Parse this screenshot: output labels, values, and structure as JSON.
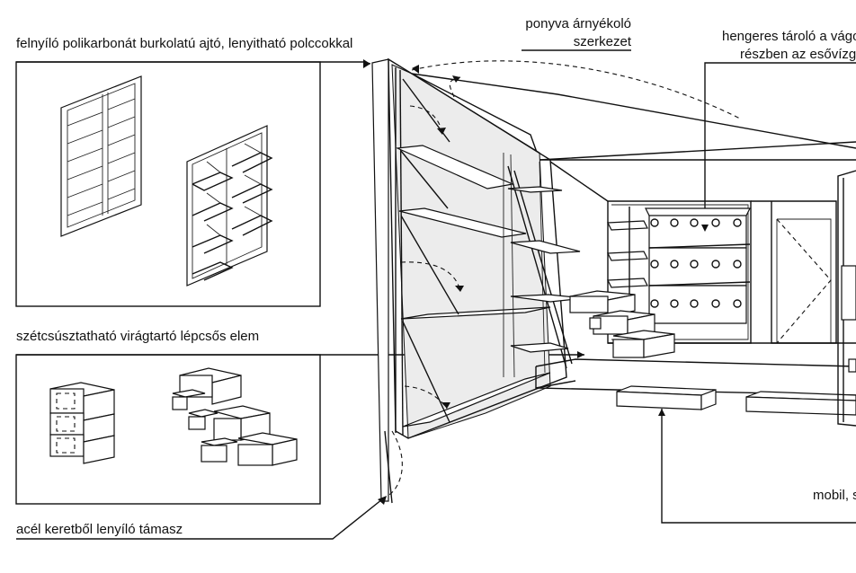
{
  "labels": {
    "door": "felnyíló polikarbonát burkolatú ajtó, lenyitható polccokkal",
    "flower": "szétcsúsztatható virágtartó lépcsős elem",
    "support": "acél keretből lenyíló támasz",
    "canopy_line1": "ponyva árnyékoló",
    "canopy_line2": "szerkezet",
    "tank_line1": "hengeres tároló a vágo",
    "tank_line2": "részben az esővízgy",
    "mobile": "mobil, s"
  }
}
